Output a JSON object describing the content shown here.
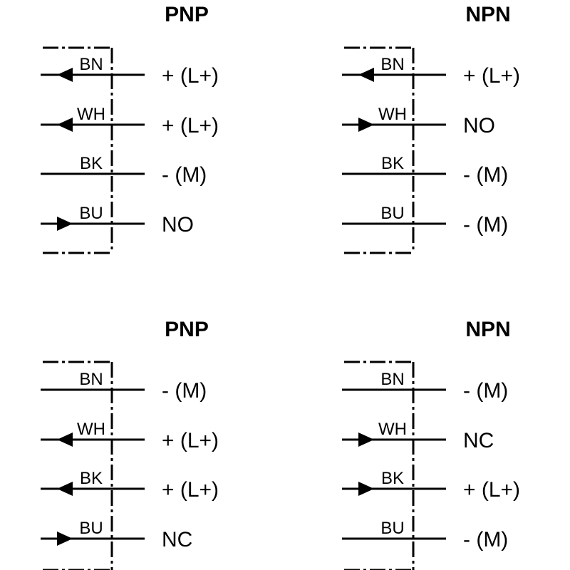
{
  "panels": [
    {
      "title": "PNP",
      "wires": [
        {
          "color": "BN",
          "terminal": "+ (L+)",
          "arrow": "out"
        },
        {
          "color": "WH",
          "terminal": "+ (L+)",
          "arrow": "out"
        },
        {
          "color": "BK",
          "terminal": "- (M)",
          "arrow": "none"
        },
        {
          "color": "BU",
          "terminal": "NO",
          "arrow": "in"
        }
      ]
    },
    {
      "title": "NPN",
      "wires": [
        {
          "color": "BN",
          "terminal": "+ (L+)",
          "arrow": "out"
        },
        {
          "color": "WH",
          "terminal": "NO",
          "arrow": "in"
        },
        {
          "color": "BK",
          "terminal": "- (M)",
          "arrow": "none"
        },
        {
          "color": "BU",
          "terminal": "- (M)",
          "arrow": "none"
        }
      ]
    },
    {
      "title": "PNP",
      "wires": [
        {
          "color": "BN",
          "terminal": "- (M)",
          "arrow": "none"
        },
        {
          "color": "WH",
          "terminal": "+ (L+)",
          "arrow": "out"
        },
        {
          "color": "BK",
          "terminal": "+ (L+)",
          "arrow": "out"
        },
        {
          "color": "BU",
          "terminal": "NC",
          "arrow": "in"
        }
      ]
    },
    {
      "title": "NPN",
      "wires": [
        {
          "color": "BN",
          "terminal": "- (M)",
          "arrow": "none"
        },
        {
          "color": "WH",
          "terminal": "NC",
          "arrow": "in"
        },
        {
          "color": "BK",
          "terminal": "+ (L+)",
          "arrow": "in"
        },
        {
          "color": "BU",
          "terminal": "- (M)",
          "arrow": "none"
        }
      ]
    }
  ]
}
